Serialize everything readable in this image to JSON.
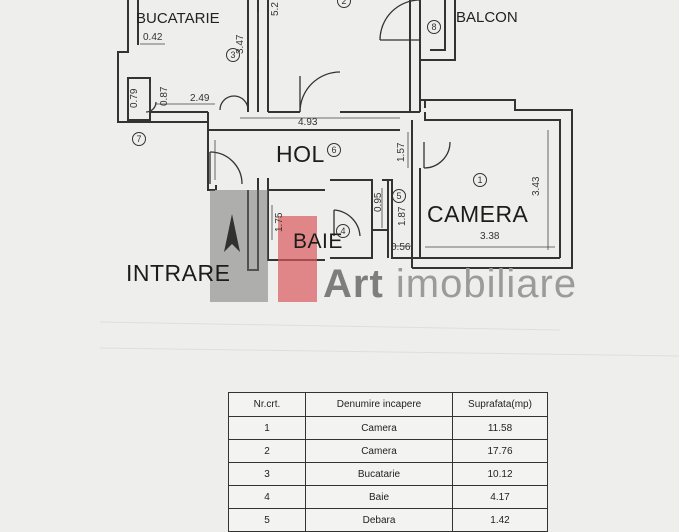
{
  "rooms": {
    "bucatarie": "BUCATARIE",
    "balcon": "BALCON",
    "hol": "HOL",
    "camera": "CAMERA",
    "baie": "BAIE",
    "intrare": "INTRARE"
  },
  "dimensions": {
    "d042": "0.42",
    "d347": "3.47",
    "d52": "5.2",
    "d079": "0.79",
    "d087": "0.87",
    "d249": "2.49",
    "d493": "4.93",
    "d157": "1.57",
    "d343": "3.43",
    "d338": "3.38",
    "d095": "0.95",
    "d187": "1.87",
    "d056": "0.56",
    "d175": "1.75"
  },
  "markers": {
    "m1": "1",
    "m2": "2",
    "m3": "3",
    "m4": "4",
    "m5": "5",
    "m6": "6",
    "m7": "7",
    "m8": "8"
  },
  "watermark": {
    "art": "Art",
    "imobiliare": "imobiliare"
  },
  "table": {
    "headers": [
      "Nr.crt.",
      "Denumire incapere",
      "Suprafata(mp)"
    ],
    "rows": [
      [
        "1",
        "Camera",
        "11.58"
      ],
      [
        "2",
        "Camera",
        "17.76"
      ],
      [
        "3",
        "Bucatarie",
        "10.12"
      ],
      [
        "4",
        "Baie",
        "4.17"
      ],
      [
        "5",
        "Debara",
        "1.42"
      ]
    ]
  },
  "colors": {
    "wall": "#333333",
    "background": "#eeeeec",
    "logo_gray": "#6f6f6f",
    "logo_red": "#d9575b"
  }
}
